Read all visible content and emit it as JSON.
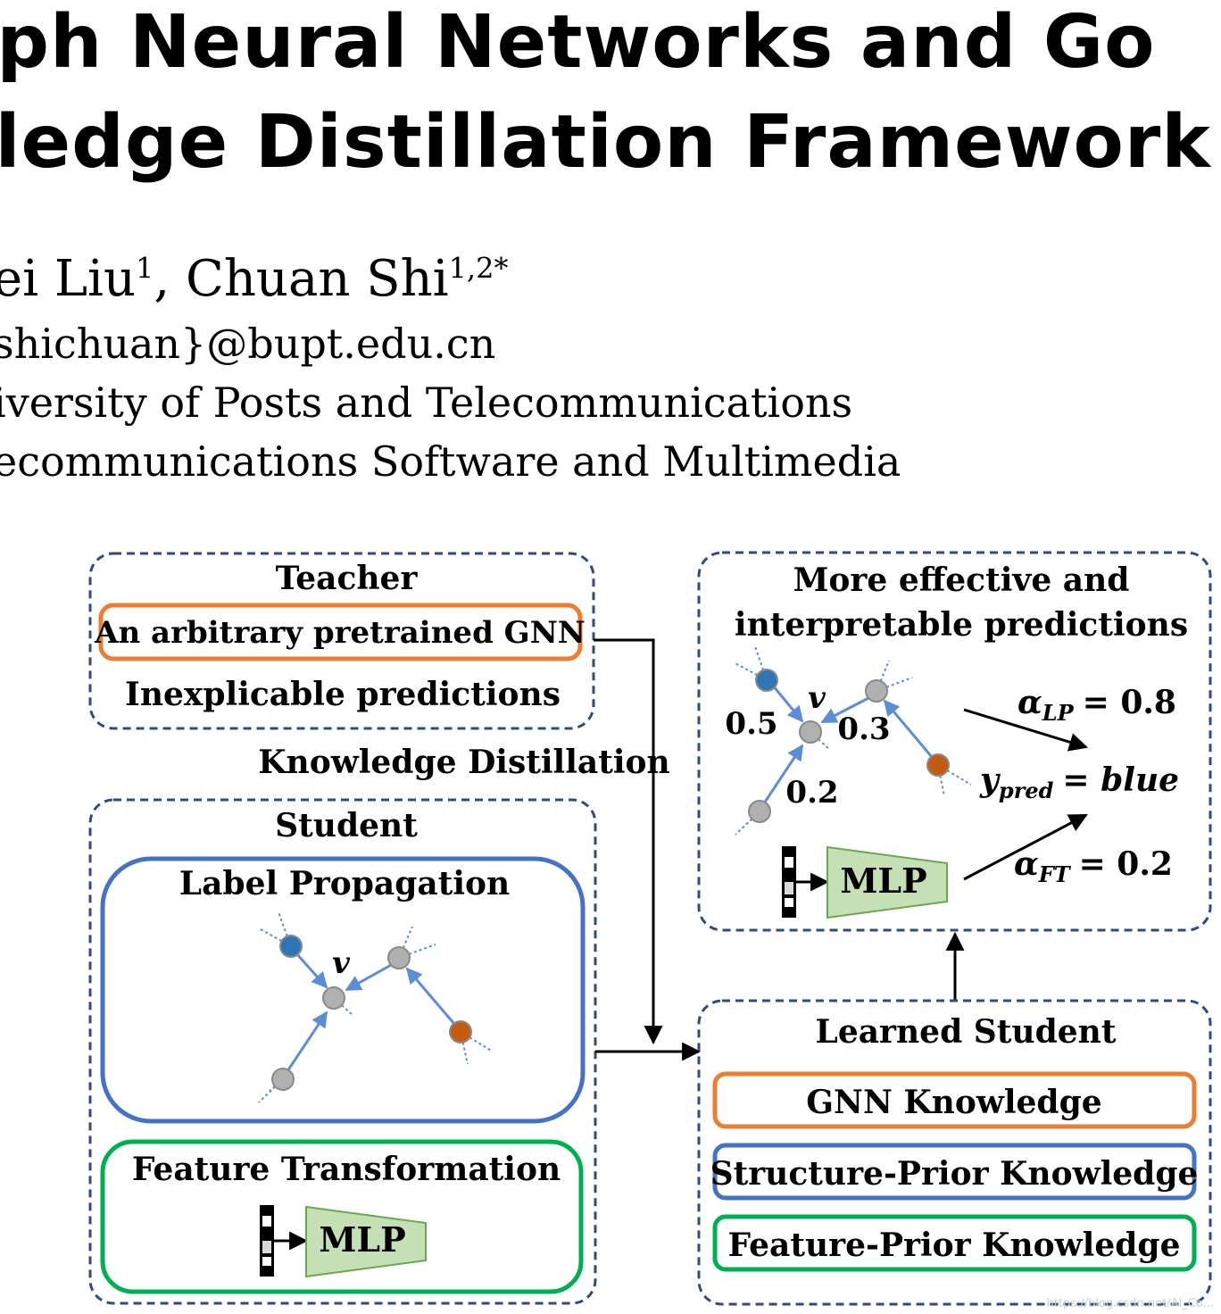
{
  "header": {
    "title_line1": "aph Neural Networks and Go",
    "title_line2": "vledge Distillation Framework",
    "authors_prefix": "ei Liu",
    "authors_sup1": "1",
    "authors_mid": ", Chuan Shi",
    "authors_sup2": "1,2*",
    "email": "shichuan}@bupt.edu.cn",
    "affiliation1": "iversity of Posts and Telecommunications",
    "affiliation2": "ecommunications Software and Multimedia"
  },
  "figure": {
    "teacher": {
      "title": "Teacher",
      "gnn_text": "An arbitrary pretrained GNN",
      "caption": "Inexplicable predictions"
    },
    "kd_label": "Knowledge Distillation",
    "student": {
      "title": "Student",
      "lp_title": "Label Propagation",
      "node_label": "v",
      "ft_title": "Feature Transformation",
      "mlp": "MLP"
    },
    "learned": {
      "title": "Learned Student",
      "items": [
        "GNN Knowledge",
        "Structure-Prior Knowledge",
        "Feature-Prior Knowledge"
      ]
    },
    "predictions": {
      "title_line1": "More effective and",
      "title_line2": "interpretable predictions",
      "node_label": "v",
      "w1": "0.5",
      "w2": "0.3",
      "w3": "0.2",
      "alpha_lp_sym": "α",
      "alpha_lp_sub": "LP",
      "alpha_lp_val": "= 0.8",
      "y_sym": "y",
      "y_sub": "pred",
      "y_val": "= blue",
      "alpha_ft_sym": "α",
      "alpha_ft_sub": "FT",
      "alpha_ft_val": "= 0.2",
      "mlp": "MLP"
    },
    "colors": {
      "dash": "#2f4d7c",
      "orange": "#ed7d31",
      "blue": "#4472c4",
      "green": "#00b050",
      "mlp_fill": "#c5e0b4",
      "mlp_stroke": "#6aa84f",
      "node_gray": "#b0b0b0",
      "node_blue": "#2e75b6",
      "node_orange": "#c55a11",
      "edge": "#5b8ed6"
    }
  },
  "watermark": "https://blog.csdn.net/AI_Co..."
}
